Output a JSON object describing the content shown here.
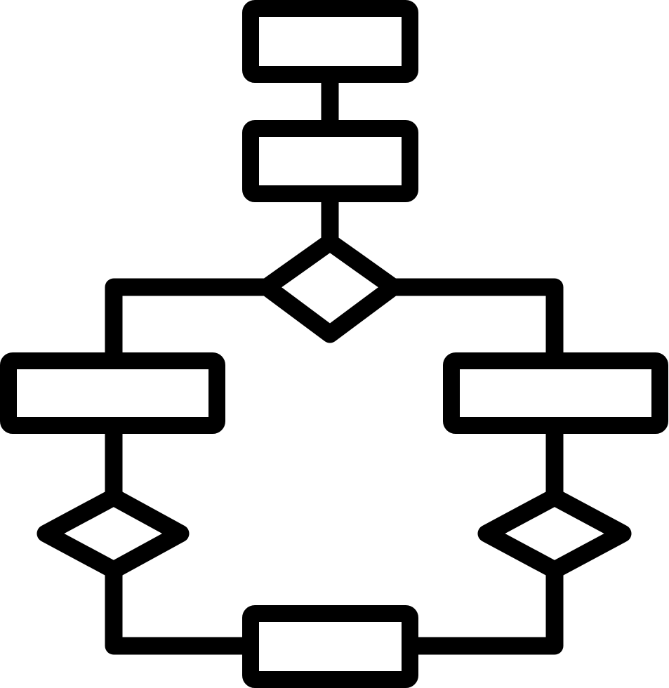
{
  "icon": {
    "name": "flowchart-icon",
    "colors": {
      "stroke": "#000000",
      "background": "#ffffff"
    },
    "nodes": [
      {
        "id": "top-process-box",
        "kind": "process"
      },
      {
        "id": "second-process-box",
        "kind": "process"
      },
      {
        "id": "center-decision-diamond",
        "kind": "decision"
      },
      {
        "id": "left-process-box",
        "kind": "process"
      },
      {
        "id": "right-process-box",
        "kind": "process"
      },
      {
        "id": "left-decision-diamond",
        "kind": "decision"
      },
      {
        "id": "right-decision-diamond",
        "kind": "decision"
      },
      {
        "id": "bottom-process-box",
        "kind": "process"
      }
    ]
  }
}
